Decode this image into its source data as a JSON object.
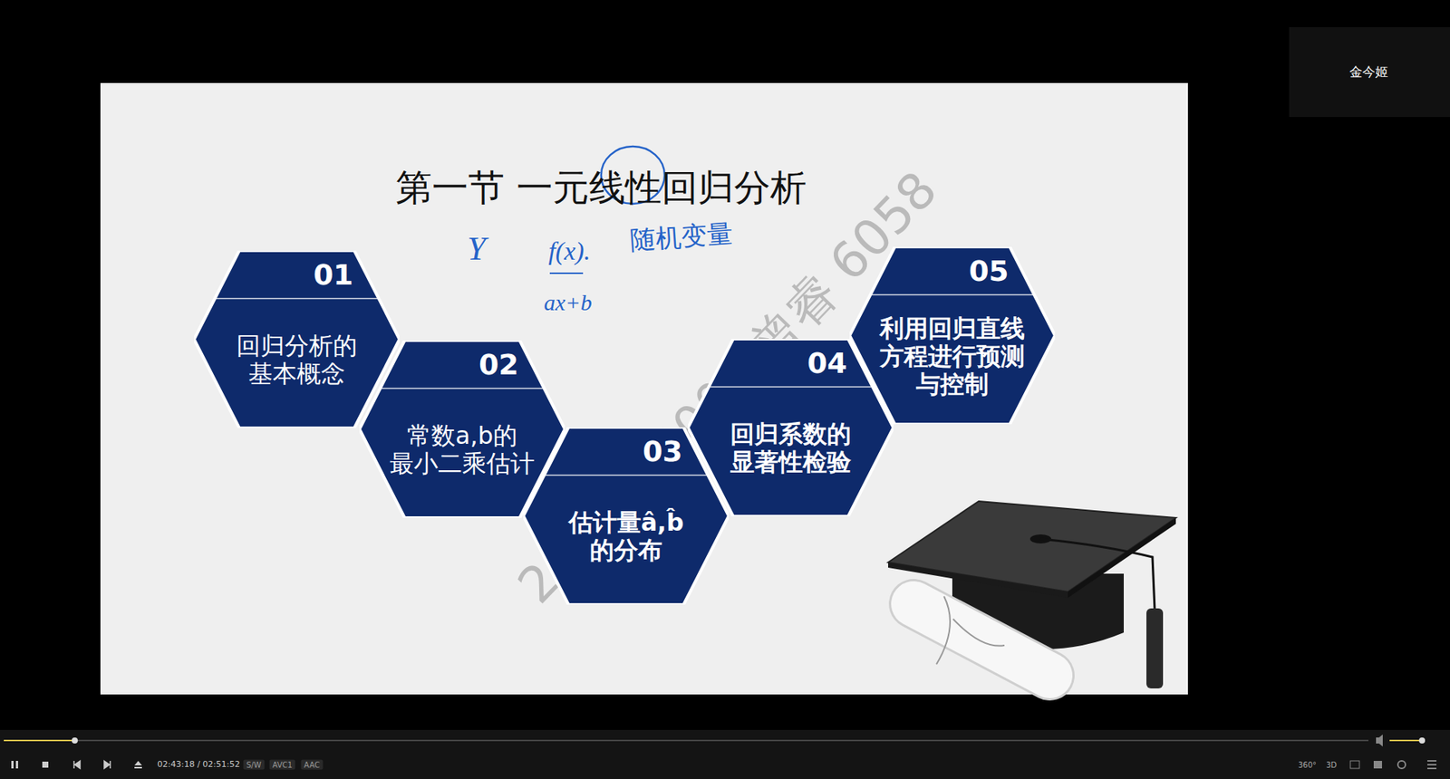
{
  "diagram": {
    "title": "第一节 一元线性回归分析",
    "nodes": [
      {
        "text": [
          "01",
          "回归分析的 基本概念"
        ]
      },
      {
        "text": [
          "02",
          "常数a,b的 最小二乘估计"
        ]
      },
      {
        "text": [
          "03",
          "估计量â,b̂ 的分布"
        ]
      },
      {
        "text": [
          "04",
          "回归系数的 显著性检验"
        ]
      },
      {
        "text": [
          "05",
          "利用回归直线 方程进行预测 与控制"
        ]
      }
    ],
    "labels": [
      "Y",
      "f(x).",
      "随机变量",
      "ax+b",
      "2022154009 曾睿 6058",
      "金今姬",
      "02:43:18 / 02:51:52",
      "S/W",
      "AVC1",
      "AAC",
      "360°",
      "3D"
    ]
  }
}
